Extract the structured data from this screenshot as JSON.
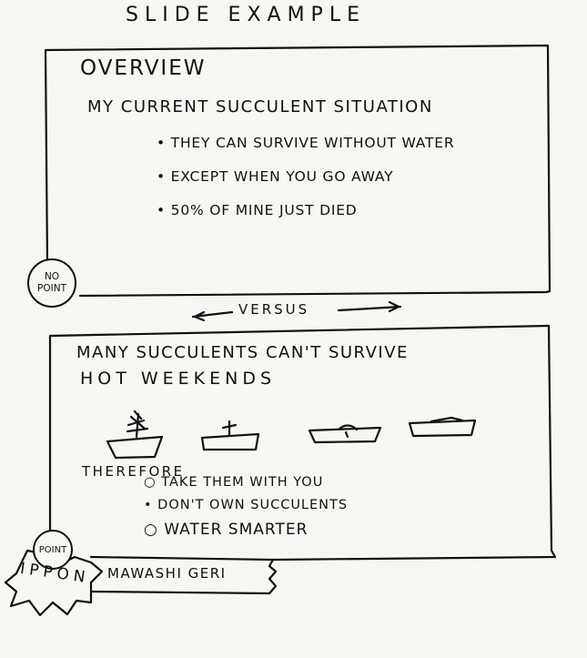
{
  "title": "SLIDE EXAMPLE",
  "slide_no_point": {
    "badge": [
      "NO",
      "POINT"
    ],
    "overview_label": "OVERVIEW",
    "heading": "MY CURRENT SUCCULENT SITUATION",
    "bullets": [
      "THEY CAN SURVIVE WITHOUT WATER",
      "EXCEPT WHEN YOU GO AWAY",
      "50% OF MINE JUST DIED"
    ]
  },
  "versus_label": "VERSUS",
  "slide_point": {
    "badge": [
      "POINT"
    ],
    "heading_line1": "MANY SUCCULENTS CAN'T SURVIVE",
    "heading_line2": "HOT WEEKENDS",
    "therefore_label": "THEREFORE",
    "bullets": [
      "TAKE THEM WITH YOU",
      "DON'T OWN SUCCULENTS",
      "WATER SMARTER"
    ],
    "plant_stages": [
      "healthy",
      "wilting",
      "dying",
      "dead"
    ]
  },
  "ribbon": {
    "burst_label": "IPPON",
    "banner_label": "MAWASHI GERI"
  }
}
